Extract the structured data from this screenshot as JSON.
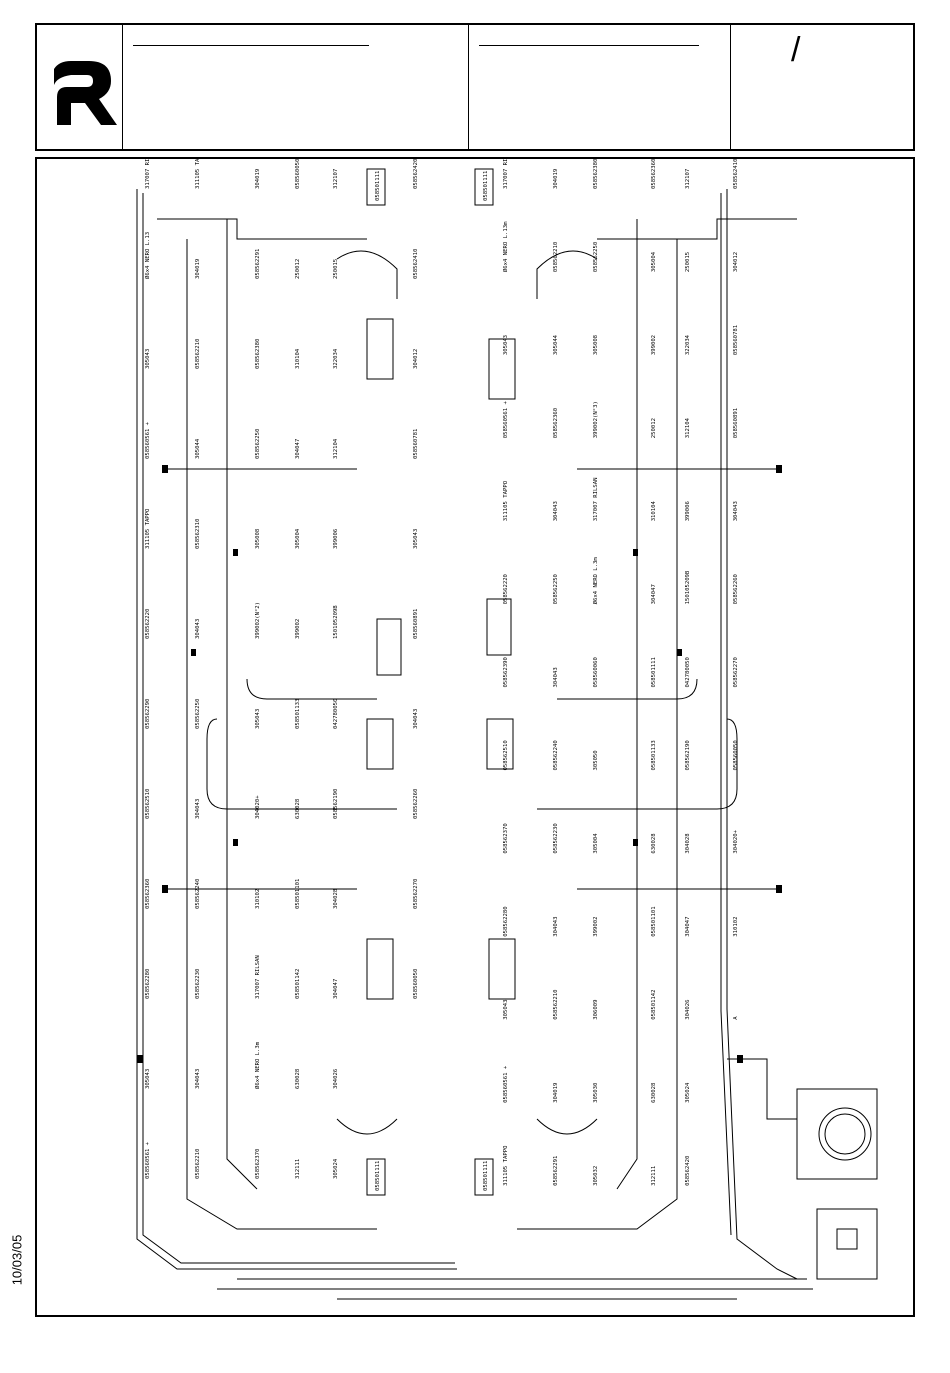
{
  "date": "10/03/05",
  "revision_mark": "/",
  "left_labels": [
    "317007 RILSAN",
    "Ø6x4 NERO L.13",
    "305043",
    "058560561 +",
    "311105 TAPPO",
    "058562220",
    "058562290",
    "058562510",
    "058562360",
    "058562280",
    "305043",
    "058560561 +",
    "311105 TAPPO",
    "304019",
    "058562210",
    "305044",
    "058562310",
    "304043",
    "058562250",
    "304043",
    "058562240",
    "058562230",
    "304043",
    "058562210",
    "304019",
    "058562291",
    "058562380",
    "058562250",
    "305008",
    "399002(N°2)",
    "305043",
    "304020+",
    "310102",
    "317007 RILSAN",
    "Ø6x4 NERO L.3m",
    "058562370",
    "058560050",
    "250012",
    "310104",
    "304047",
    "305004",
    "399002",
    "058501133",
    "630028",
    "058501101",
    "058501142",
    "630028",
    "312111",
    "312107",
    "250015",
    "322034",
    "312104",
    "399006",
    "150105209B",
    "042780050",
    "058562190",
    "304028",
    "304047",
    "304026",
    "305024",
    "058562420",
    "058562410",
    "304012",
    "058560781",
    "305043",
    "058560891",
    "304043",
    "058562260",
    "058562270",
    "058560050"
  ],
  "right_labels": [
    "317007 RILSAN",
    "Ø6x4 NERO L.13m",
    "305043",
    "058560561 +",
    "311105 TAPPO",
    "058562220",
    "058562390",
    "058562510",
    "058562370",
    "058562280",
    "305043",
    "058560561 +",
    "311105 TAPPO",
    "304019",
    "058562210",
    "305044",
    "058562360",
    "304043",
    "058562250",
    "304043",
    "058562240",
    "058562230",
    "304043",
    "058562210",
    "304019",
    "058562291",
    "058562380",
    "058562250",
    "305008",
    "399002(N°3)",
    "317007 RILSAN",
    "Ø6x4 NERO L.3m",
    "058560060",
    "305050",
    "305004",
    "399002",
    "306009",
    "305030",
    "305032",
    "058562360",
    "305004",
    "399002",
    "250012",
    "310104",
    "304047",
    "058501111",
    "058501133",
    "630028",
    "058501101",
    "058501142",
    "630028",
    "312111",
    "312107",
    "250015",
    "322034",
    "312104",
    "399006",
    "150105209B",
    "042780050",
    "058562190",
    "304028",
    "304047",
    "304026",
    "305024",
    "058562420",
    "058562410",
    "304012",
    "058560781",
    "058560891",
    "304043",
    "058562260",
    "058562270",
    "058560050",
    "304020+",
    "310102",
    "A"
  ],
  "valve_ids": [
    "058501111",
    "058501111",
    "058501111",
    "058501111"
  ]
}
